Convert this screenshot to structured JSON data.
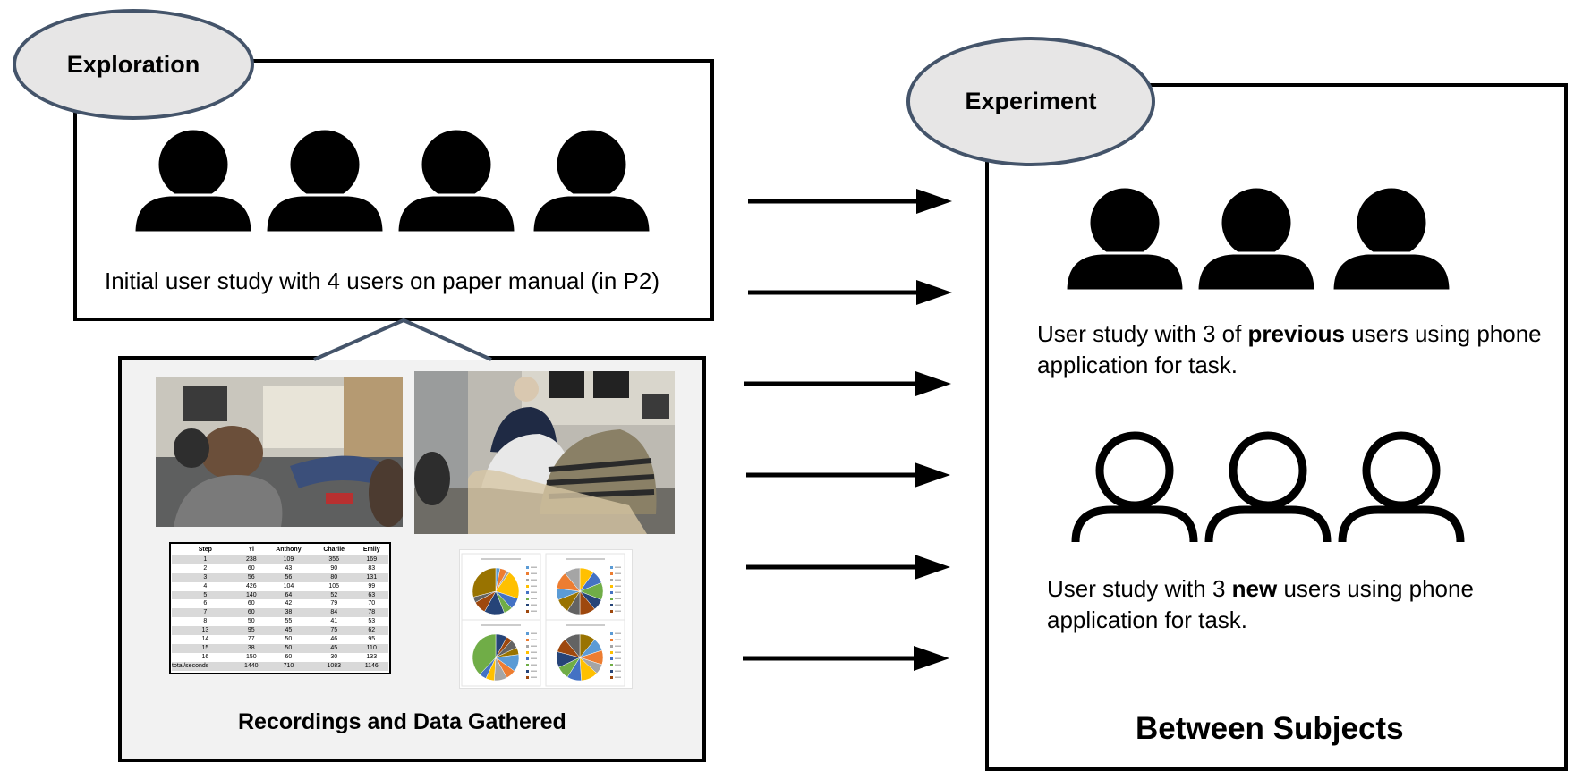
{
  "exploration": {
    "label": "Exploration",
    "caption": "Initial user study with 4 users on paper manual (in P2)"
  },
  "recordings": {
    "caption": "Recordings and Data Gathered",
    "table": {
      "headers": [
        "Step",
        "Yi",
        "Anthony",
        "Charlie",
        "Emily"
      ],
      "rows": [
        [
          "1",
          "238",
          "109",
          "356",
          "169"
        ],
        [
          "2",
          "60",
          "43",
          "90",
          "83"
        ],
        [
          "3",
          "56",
          "56",
          "80",
          "131"
        ],
        [
          "4",
          "426",
          "104",
          "105",
          "99"
        ],
        [
          "5",
          "140",
          "64",
          "52",
          "63"
        ],
        [
          "6",
          "60",
          "42",
          "79",
          "70"
        ],
        [
          "7",
          "60",
          "38",
          "84",
          "78"
        ],
        [
          "8",
          "50",
          "55",
          "41",
          "53"
        ],
        [
          "13",
          "95",
          "45",
          "75",
          "62"
        ],
        [
          "14",
          "77",
          "50",
          "46",
          "95"
        ],
        [
          "15",
          "38",
          "50",
          "45",
          "110"
        ],
        [
          "16",
          "150",
          "60",
          "30",
          "133"
        ],
        [
          "total/seconds",
          "1440",
          "710",
          "1083",
          "1146"
        ]
      ]
    },
    "pie_colors": [
      "#5b9bd5",
      "#ed7d31",
      "#a5a5a5",
      "#ffc000",
      "#4472c4",
      "#70ad47",
      "#264478",
      "#9e480e",
      "#636363",
      "#997300"
    ]
  },
  "experiment": {
    "label": "Experiment",
    "previous_caption": {
      "line1_pre": "User study with 3 of ",
      "line1_bold": "previous",
      "line1_post": " users using phone",
      "line2": "application for task."
    },
    "new_caption": {
      "line1_pre": "User study with 3 ",
      "line1_bold": "new",
      "line1_post": " users using phone",
      "line2": "application for task."
    },
    "footer": "Between Subjects"
  },
  "colors": {
    "ellipse_fill": "#e7e6e6",
    "ellipse_border": "#44546a",
    "recordings_fill": "#f2f2f2"
  }
}
